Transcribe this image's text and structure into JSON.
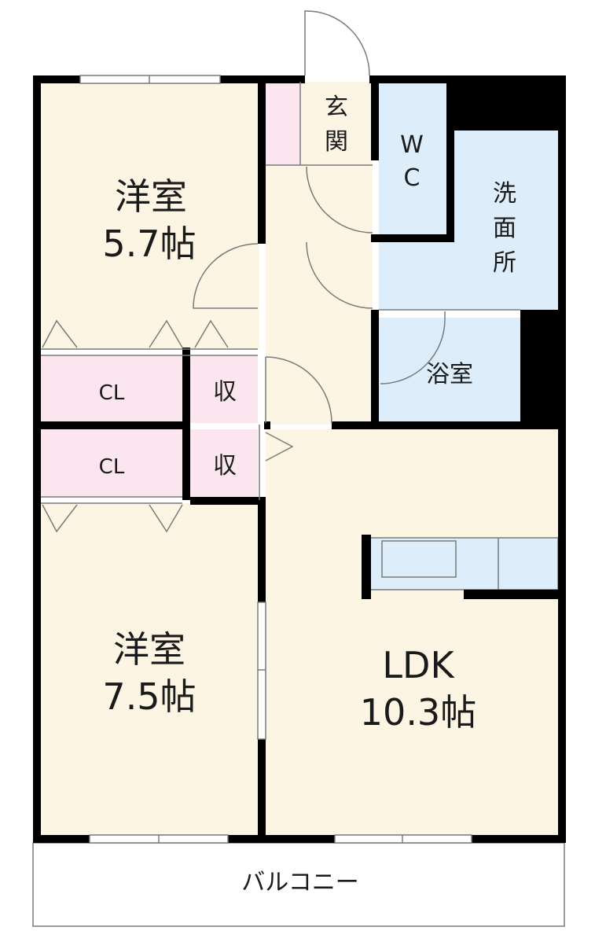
{
  "rooms": {
    "western_room_1": {
      "name": "洋室",
      "size": "5.7帖"
    },
    "western_room_2": {
      "name": "洋室",
      "size": "7.5帖"
    },
    "ldk": {
      "name": "LDK",
      "size": "10.3帖"
    },
    "entrance": {
      "chars": [
        "玄",
        "関"
      ]
    },
    "wc": {
      "chars": [
        "W",
        "C"
      ]
    },
    "washroom": {
      "chars": [
        "洗",
        "面",
        "所"
      ]
    },
    "bathroom": {
      "name": "浴室"
    },
    "closet_1": {
      "name": "CL"
    },
    "closet_2": {
      "name": "CL"
    },
    "storage_1": {
      "name": "収"
    },
    "storage_2": {
      "name": "収"
    },
    "balcony": {
      "name": "バルコニー"
    }
  },
  "colors": {
    "room_fill": "#fdf5e3",
    "wet_area_fill": "#ddeefa",
    "closet_fill": "#fbe6ef",
    "wall": "#000000",
    "line": "#7a7a7a"
  }
}
